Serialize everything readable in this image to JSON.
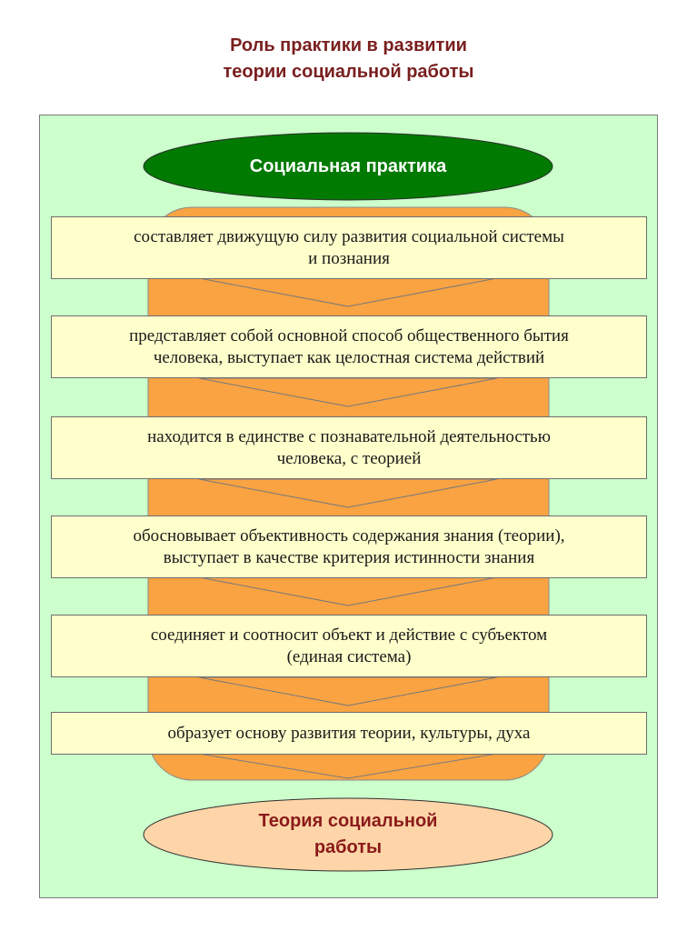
{
  "title": {
    "line1": "Роль практики в развитии",
    "line2": "теории социальной работы"
  },
  "top_node": {
    "label": "Социальная практика"
  },
  "items": [
    {
      "line1": "составляет движущую силу развития социальной системы",
      "line2": "и познания"
    },
    {
      "line1": "представляет собой основной способ общественного бытия",
      "line2": "человека, выступает как целостная система действий"
    },
    {
      "line1": "находится в единстве с познавательной деятельностью",
      "line2": "человека, с теорией"
    },
    {
      "line1": "обосновывает объективность содержания знания (теории),",
      "line2": "выступает в качестве критерия истинности знания"
    },
    {
      "line1": "соединяет и соотносит объект и действие с субъектом",
      "line2": "(единая система)"
    },
    {
      "line1": "образует основу развития теории, культуры, духа"
    }
  ],
  "bottom_node": {
    "line1": "Теория социальной",
    "line2": "работы"
  },
  "colors": {
    "panel": "#ccffcc",
    "top_ellipse": "#007a00",
    "orange_band": "#f9a342",
    "box_fill": "#ffffcc",
    "bottom_ellipse": "#fdd5a8",
    "title": "#7a1e1e"
  }
}
